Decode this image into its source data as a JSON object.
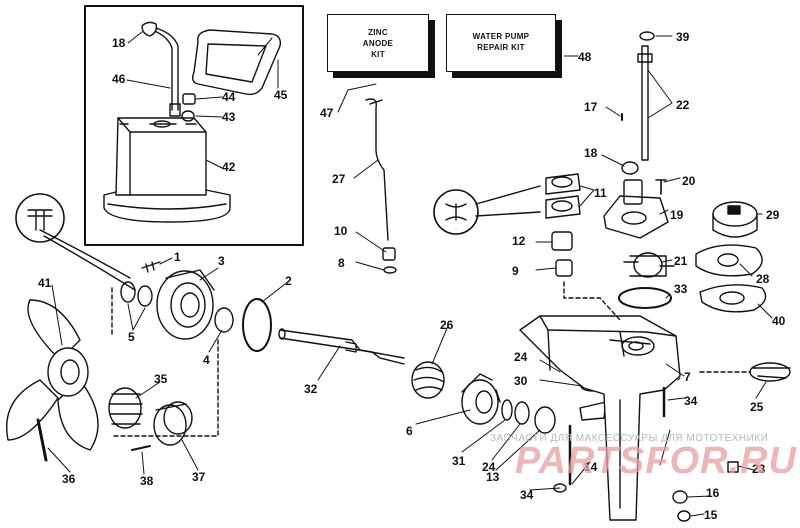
{
  "kits": [
    {
      "name": "zinc-anode-kit",
      "line1": "ZINC",
      "line2": "ANODE",
      "line3": "KIT"
    },
    {
      "name": "water-pump-kit",
      "line1": "WATER PUMP",
      "line2": "REPAIR KIT"
    }
  ],
  "callouts": [
    "1",
    "2",
    "3",
    "4",
    "5",
    "6",
    "7",
    "8",
    "9",
    "10",
    "11",
    "12",
    "13",
    "14",
    "15",
    "16",
    "17",
    "18",
    "19",
    "20",
    "21",
    "22",
    "23",
    "24",
    "25",
    "26",
    "27",
    "28",
    "29",
    "30",
    "31",
    "32",
    "33",
    "34",
    "35",
    "36",
    "37",
    "38",
    "39",
    "40",
    "41",
    "42",
    "43",
    "44",
    "45",
    "46",
    "47",
    "48"
  ],
  "watermark": {
    "line1": "ЗАПЧАСТИ ДЛЯ МАКСЕССУАРЫ ДЛЯ МОТОТЕХНИКИ",
    "line2": "PARTSFOR.RU"
  }
}
